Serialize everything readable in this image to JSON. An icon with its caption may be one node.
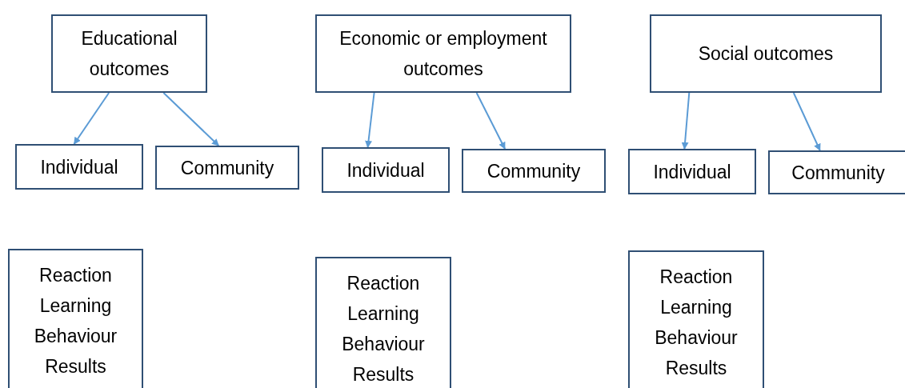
{
  "diagram": {
    "nodes": [
      {
        "text": [
          "Educational outcomes"
        ]
      },
      {
        "text": [
          "Individual"
        ]
      },
      {
        "text": [
          "Community"
        ]
      },
      {
        "text": [
          "Economic or employment outcomes"
        ]
      },
      {
        "text": [
          "Individual"
        ]
      },
      {
        "text": [
          "Community"
        ]
      },
      {
        "text": [
          "Social outcomes"
        ]
      },
      {
        "text": [
          "Individual"
        ]
      },
      {
        "text": [
          "Community"
        ]
      },
      {
        "text": [
          "Reaction",
          "Learning",
          "Behaviour",
          "Results"
        ]
      },
      {
        "text": [
          "Reaction",
          "Learning",
          "Behaviour",
          "Results"
        ]
      },
      {
        "text": [
          "Reaction",
          "Learning",
          "Behaviour",
          "Results"
        ]
      }
    ],
    "edges": [
      {
        "from": 0,
        "to": 1,
        "arrow": "to"
      },
      {
        "from": 0,
        "to": 2,
        "arrow": "to"
      },
      {
        "from": 3,
        "to": 4,
        "arrow": "to"
      },
      {
        "from": 3,
        "to": 5,
        "arrow": "to"
      },
      {
        "from": 6,
        "to": 7,
        "arrow": "to"
      },
      {
        "from": 6,
        "to": 8,
        "arrow": "to"
      }
    ]
  }
}
